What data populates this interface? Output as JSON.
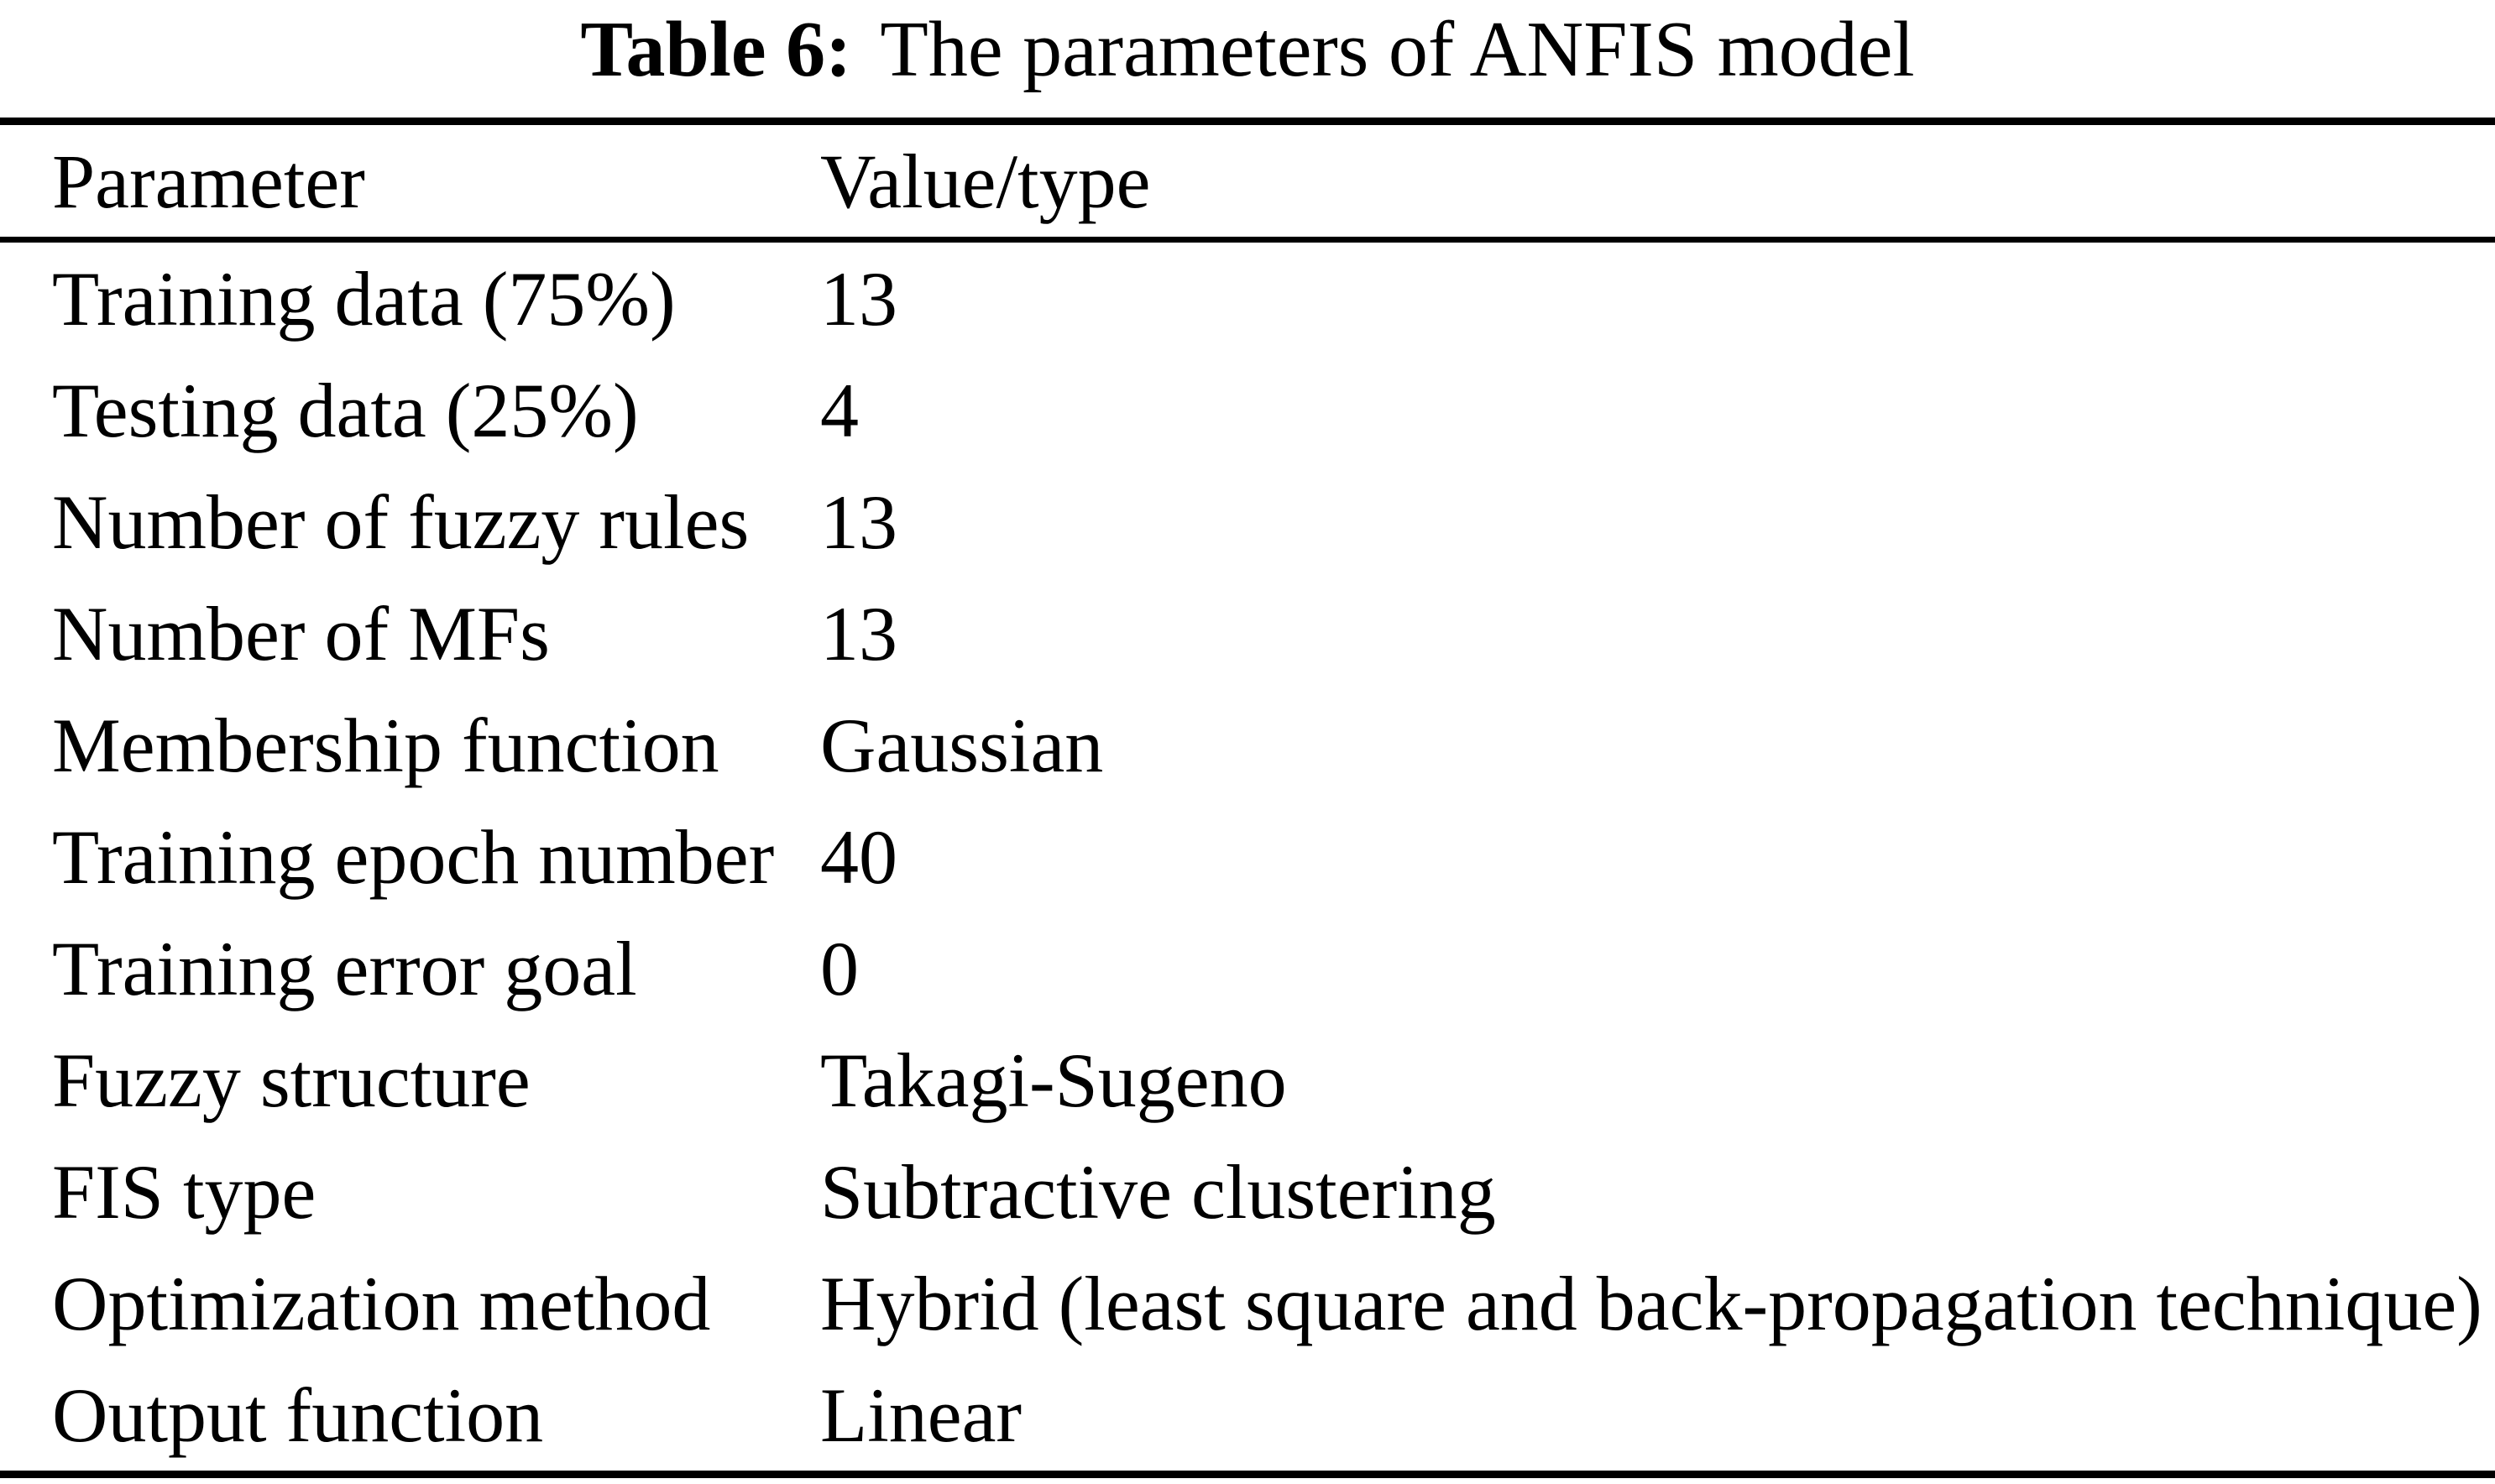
{
  "caption": {
    "label": "Table 6:",
    "text": "The parameters of ANFIS model"
  },
  "table": {
    "columns": [
      "Parameter",
      "Value/type"
    ],
    "rows": [
      {
        "parameter": "Training data (75%)",
        "value": "13"
      },
      {
        "parameter": "Testing data (25%)",
        "value": "4"
      },
      {
        "parameter": "Number of fuzzy rules",
        "value": "13"
      },
      {
        "parameter": "Number of MFs",
        "value": "13"
      },
      {
        "parameter": "Membership function",
        "value": "Gaussian"
      },
      {
        "parameter": "Training epoch number",
        "value": "40"
      },
      {
        "parameter": "Training error goal",
        "value": "0"
      },
      {
        "parameter": "Fuzzy structure",
        "value": "Takagi-Sugeno"
      },
      {
        "parameter": "FIS type",
        "value": "Subtractive clustering"
      },
      {
        "parameter": "Optimization method",
        "value": "Hybrid (least square and back-propagation technique)"
      },
      {
        "parameter": "Output function",
        "value": "Linear"
      }
    ]
  },
  "chart_data": {
    "type": "table",
    "title": "Table 6: The parameters of ANFIS model",
    "columns": [
      "Parameter",
      "Value/type"
    ],
    "rows": [
      [
        "Training data (75%)",
        "13"
      ],
      [
        "Testing data (25%)",
        "4"
      ],
      [
        "Number of fuzzy rules",
        "13"
      ],
      [
        "Number of MFs",
        "13"
      ],
      [
        "Membership function",
        "Gaussian"
      ],
      [
        "Training epoch number",
        "40"
      ],
      [
        "Training error goal",
        "0"
      ],
      [
        "Fuzzy structure",
        "Takagi-Sugeno"
      ],
      [
        "FIS type",
        "Subtractive clustering"
      ],
      [
        "Optimization method",
        "Hybrid (least square and back-propagation technique)"
      ],
      [
        "Output function",
        "Linear"
      ]
    ]
  },
  "colors": {
    "text": "#000000",
    "background": "#ffffff",
    "rule": "#000000"
  }
}
